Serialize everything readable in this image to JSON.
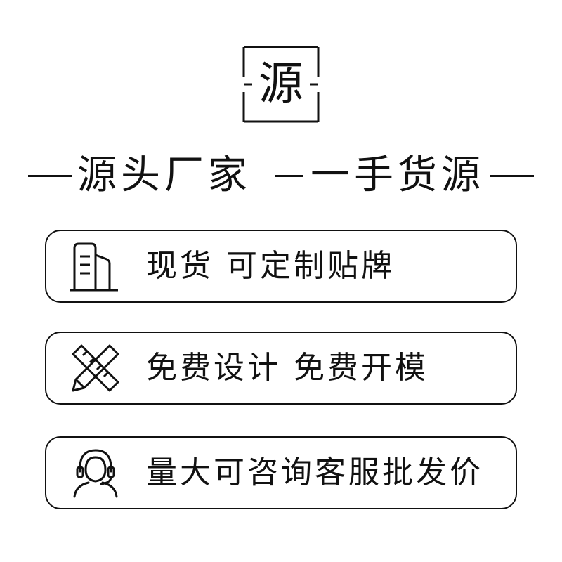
{
  "logo": {
    "char": "源"
  },
  "slogan": {
    "left": "源头厂家",
    "right": "一手货源"
  },
  "features": [
    {
      "text": "现货  可定制贴牌",
      "icon": "building-icon"
    },
    {
      "text": "免费设计  免费开模",
      "icon": "ruler-pencil-icon"
    },
    {
      "text": "量大可咨询客服批发价",
      "icon": "customer-service-icon"
    }
  ]
}
